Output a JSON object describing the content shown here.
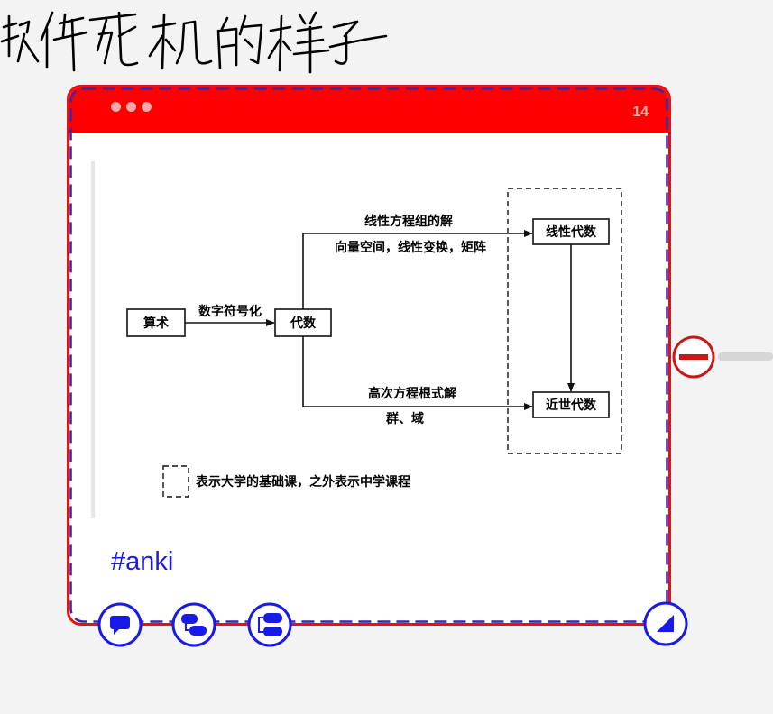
{
  "annotation": {
    "handwritten_note": "软件死机的样子",
    "ink_color": "#000000"
  },
  "card": {
    "header_color": "#ff0000",
    "border_color": "#e81010",
    "dash_color": "#3a2aa8",
    "page_number": "14",
    "tag": "#anki"
  },
  "diagram": {
    "box_suanshu": "算术",
    "box_daishu": "代数",
    "box_xianxing": "线性代数",
    "box_jinshi": "近世代数",
    "label_fuhao": "数字符号化",
    "label_fangcheng": "线性方程组的解",
    "label_xiangliang": "向量空间，线性变换，矩阵",
    "label_gaoci": "高次方程根式解",
    "label_qunyu": "群、域",
    "legend": "表示大学的基础课，之外表示中学课程"
  },
  "toolbar": {
    "buttons": [
      {
        "icon": "comment-icon"
      },
      {
        "icon": "child-topic-icon"
      },
      {
        "icon": "parent-topic-icon"
      }
    ],
    "corner_icon": "resize-corner-icon",
    "accent_color": "#1a1ae6"
  },
  "side": {
    "collapse_icon": "collapse-minus-icon",
    "collapse_color": "#cc1515"
  }
}
